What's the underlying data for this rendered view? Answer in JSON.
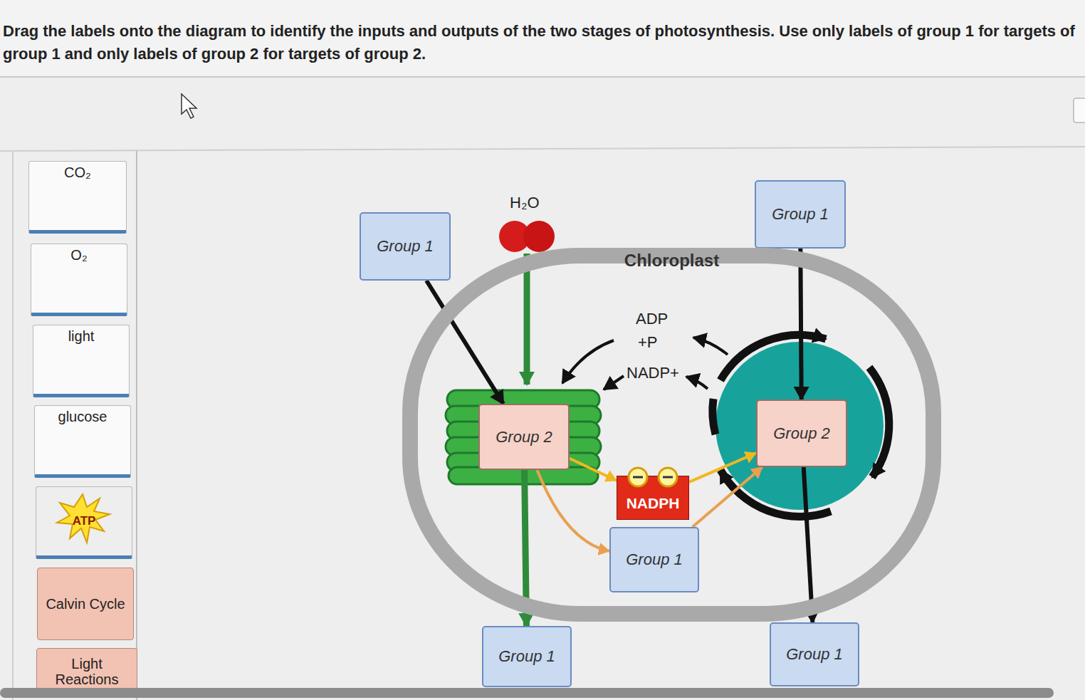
{
  "diagram": {
    "title": "Drag the labels onto the diagram to identify the inputs and outputs of the two stages of photosynthesis. Use only labels of group 1 for targets of group 1 and only labels of group 2 for targets of group 2.",
    "nodes": [
      {
        "text": [
          "CO₂"
        ]
      },
      {
        "text": [
          "O₂"
        ]
      },
      {
        "text": [
          "light"
        ]
      },
      {
        "text": [
          "glucose"
        ]
      },
      {
        "text": [
          "ATP"
        ]
      },
      {
        "text": [
          "Calvin Cycle"
        ]
      },
      {
        "text": [
          "Light Reactions"
        ]
      },
      {
        "text": [
          "Group 1"
        ]
      },
      {
        "text": [
          "Group 1"
        ]
      },
      {
        "text": [
          "Chloroplast"
        ]
      },
      {
        "text": [
          "Group 2"
        ],
        "in": 9
      },
      {
        "text": [
          "NADPH"
        ],
        "in": 9
      },
      {
        "text": [
          "Group 2"
        ],
        "in": 9
      },
      {
        "text": [
          "Group 1"
        ],
        "in": 9
      },
      {
        "text": [
          "Group 1"
        ]
      },
      {
        "text": [
          "Group 1"
        ]
      }
    ],
    "edges": [
      {
        "from": 7,
        "to": 10,
        "arrow": "to"
      },
      {
        "from": 10,
        "to": 14,
        "arrow": "to"
      },
      {
        "from": 8,
        "to": 12,
        "arrow": "to"
      },
      {
        "from": 12,
        "to": 15,
        "arrow": "to"
      },
      {
        "from": 10,
        "to": 13,
        "arrow": "to"
      },
      {
        "from": 13,
        "to": 12,
        "arrow": "to"
      },
      {
        "from": 10,
        "to": 11,
        "arrow": "to"
      },
      {
        "from": 11,
        "to": 12,
        "arrow": "to"
      }
    ],
    "labels": [
      "H₂O",
      "ADP",
      "+P",
      "NADP+"
    ]
  }
}
